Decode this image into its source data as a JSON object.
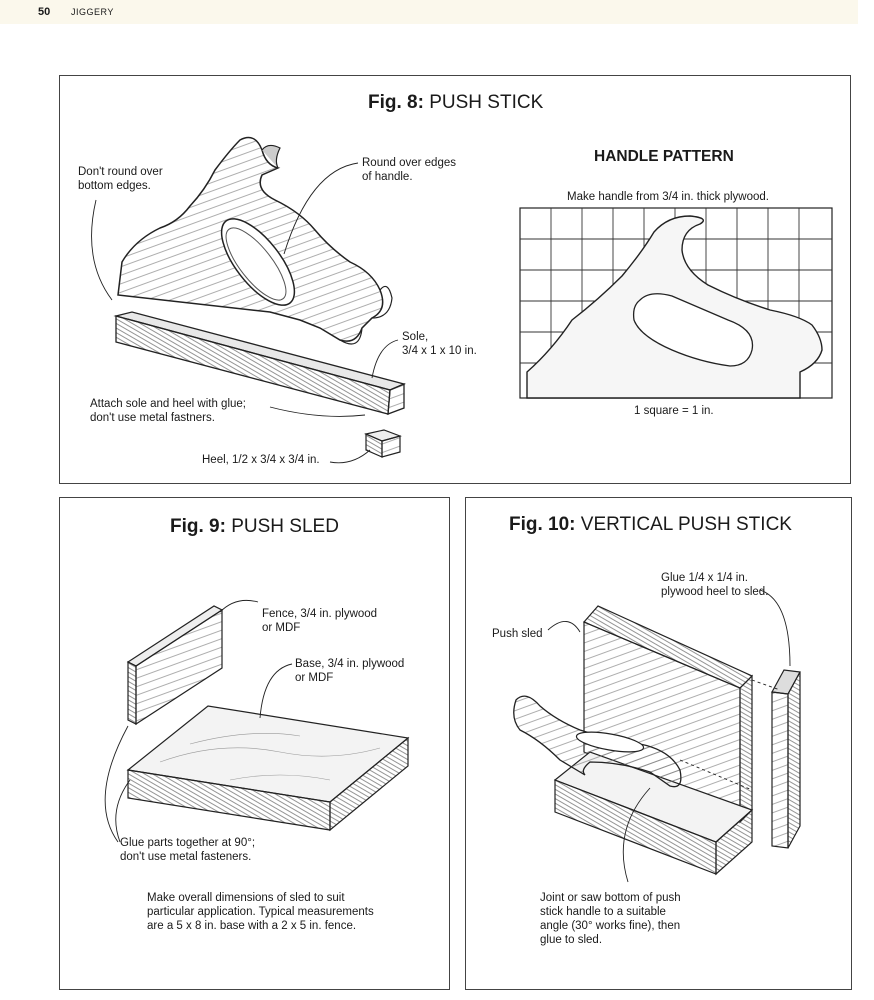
{
  "header": {
    "page_number": "50",
    "section": "JIGGERY"
  },
  "fig8": {
    "fig_label": "Fig. 8:",
    "fig_name": "PUSH STICK",
    "labels": {
      "dont_round": "Don't round over\nbottom edges.",
      "round_over": "Round over edges\nof handle.",
      "sole": "Sole,\n3/4 x 1 x 10 in.",
      "attach": "Attach sole and heel with glue;\ndon't use metal fastners.",
      "heel": "Heel, 1/2 x 3/4 x 3/4 in."
    },
    "handle_pattern": {
      "heading": "HANDLE PATTERN",
      "note": "Make handle from 3/4 in. thick plywood.",
      "scale": "1 square = 1 in."
    }
  },
  "fig9": {
    "fig_label": "Fig. 9:",
    "fig_name": "PUSH SLED",
    "labels": {
      "fence": "Fence, 3/4 in. plywood\nor MDF",
      "base": "Base, 3/4 in. plywood\nor MDF",
      "glue": "Glue parts together at 90°;\ndon't use metal fasteners.",
      "dimensions": "Make overall dimensions of sled to suit\nparticular application. Typical measurements\nare a 5 x 8 in. base with a 2 x 5 in. fence."
    }
  },
  "fig10": {
    "fig_label": "Fig. 10:",
    "fig_name": "VERTICAL PUSH STICK",
    "labels": {
      "glue_heel": "Glue 1/4 x 1/4 in.\nplywood heel to sled.",
      "push_sled": "Push sled",
      "joint": "Joint or saw bottom of push\nstick handle to a suitable\nangle (30° works fine), then\nglue to sled."
    }
  }
}
